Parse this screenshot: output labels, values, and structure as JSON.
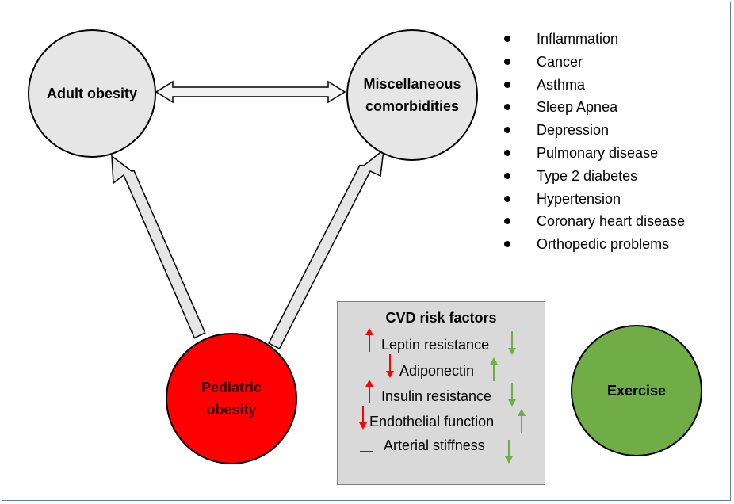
{
  "diagram": {
    "nodes": {
      "adult": {
        "label": "Adult obesity"
      },
      "misc": {
        "line1": "Miscellaneous",
        "line2": "comorbidities"
      },
      "pediatric": {
        "line1": "Pediatric",
        "line2": "obesity"
      },
      "exercise": {
        "label": "Exercise"
      }
    },
    "comorbidities": [
      "Inflammation",
      "Cancer",
      "Asthma",
      "Sleep Apnea",
      "Depression",
      "Pulmonary disease",
      "Type 2 diabetes",
      "Hypertension",
      "Coronary heart disease",
      "Orthopedic problems"
    ],
    "cvd": {
      "title": "CVD risk factors",
      "items": [
        {
          "label": "Leptin resistance",
          "obesity_effect": "up",
          "exercise_effect": "down"
        },
        {
          "label": "Adiponectin",
          "obesity_effect": "down",
          "exercise_effect": "up"
        },
        {
          "label": "Insulin resistance",
          "obesity_effect": "up",
          "exercise_effect": "down"
        },
        {
          "label": "Endothelial function",
          "obesity_effect": "down",
          "exercise_effect": "up"
        },
        {
          "label": "Arterial stiffness",
          "obesity_effect": "none",
          "exercise_effect": "down"
        }
      ]
    },
    "colors": {
      "node_gray": "#e6e6e6",
      "pediatric_red": "#ff0000",
      "exercise_green": "#70ad47",
      "arrow_red": "#ff0000",
      "arrow_green": "#70ad47",
      "box_gray": "#d9d9d9",
      "frame_blue": "#5b7fa6"
    }
  }
}
